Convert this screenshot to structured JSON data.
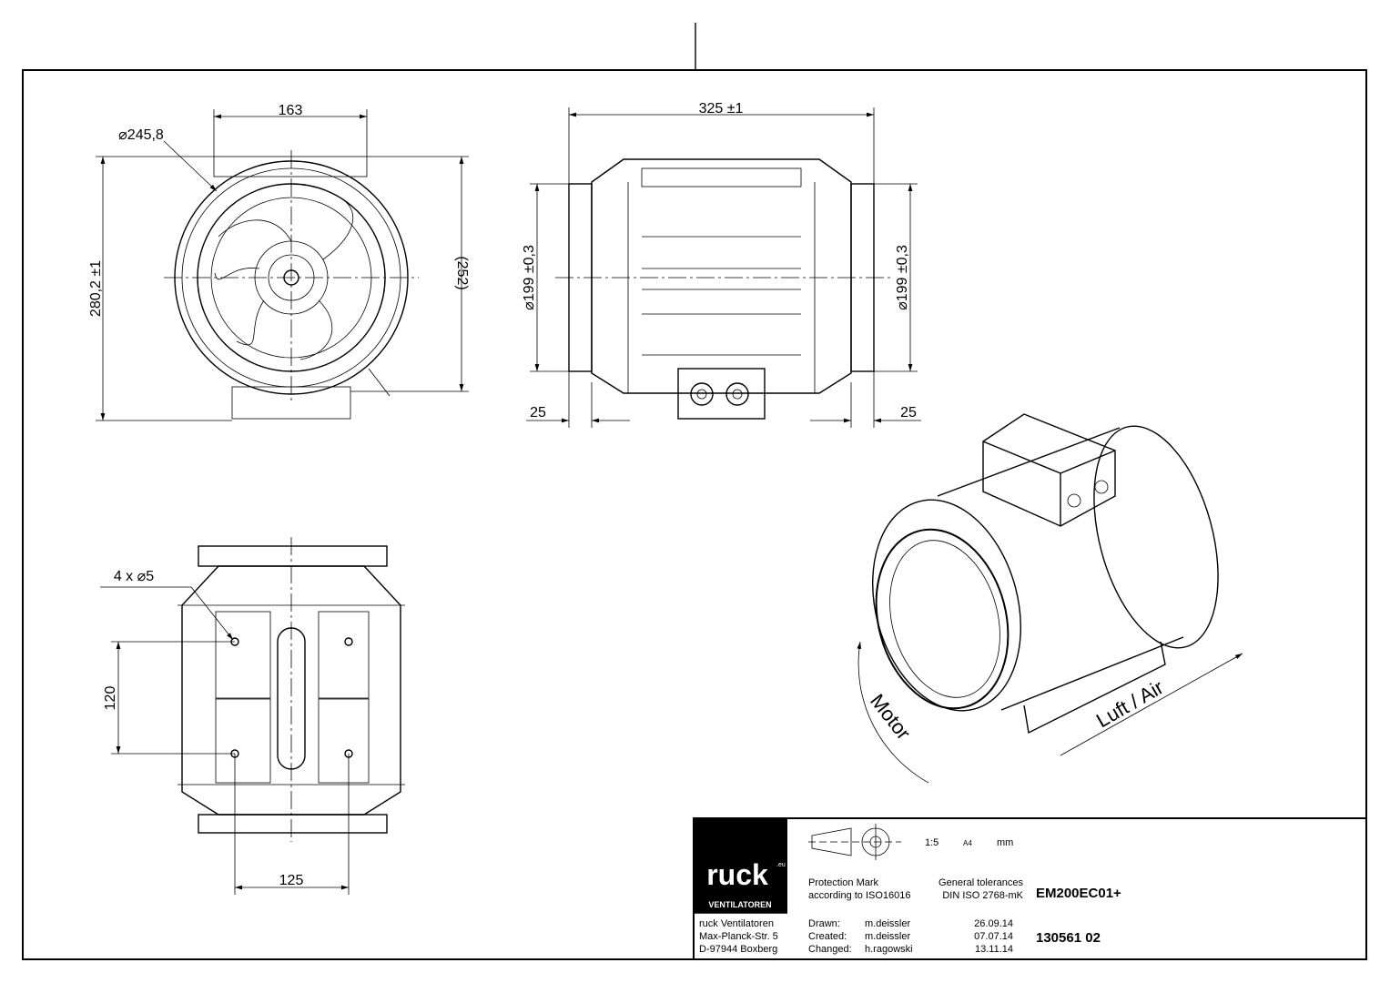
{
  "front_view": {
    "width_dim": "163",
    "diameter_dim": "⌀245,8",
    "height_dim": "280,2 ±1",
    "ref_height_dim": "(252)"
  },
  "side_view": {
    "length_dim": "325 ±1",
    "left_diameter_dim": "⌀199 ±0,3",
    "right_diameter_dim": "⌀199 ±0,3",
    "left_collar_dim": "25",
    "right_collar_dim": "25"
  },
  "bottom_view": {
    "holes_dim": "4 x ⌀5",
    "hole_spacing_dim": "120",
    "hole_width_dim": "125"
  },
  "iso_view": {
    "motor_label": "Motor",
    "airflow_label": "Luft / Air"
  },
  "title_block": {
    "logo_text": "ruck",
    "logo_suffix": ".eu",
    "logo_sub": "VENTILATOREN",
    "scale": "1:5",
    "paper": "A4",
    "units": "mm",
    "protection_line1": "Protection Mark",
    "protection_line2": "according to ISO16016",
    "tolerance_line1": "General tolerances",
    "tolerance_line2": "DIN ISO 2768-mK",
    "product": "EM200EC01+",
    "drawing_number": "130561  02",
    "company": [
      "ruck Ventilatoren",
      "Max-Planck-Str. 5",
      "D-97944 Boxberg"
    ],
    "history": [
      {
        "role": "Drawn:",
        "name": "m.deissler",
        "date": "26.09.14"
      },
      {
        "role": "Created:",
        "name": "m.deissler",
        "date": "07.07.14"
      },
      {
        "role": "Changed:",
        "name": "h.ragowski",
        "date": "13.11.14"
      }
    ]
  }
}
